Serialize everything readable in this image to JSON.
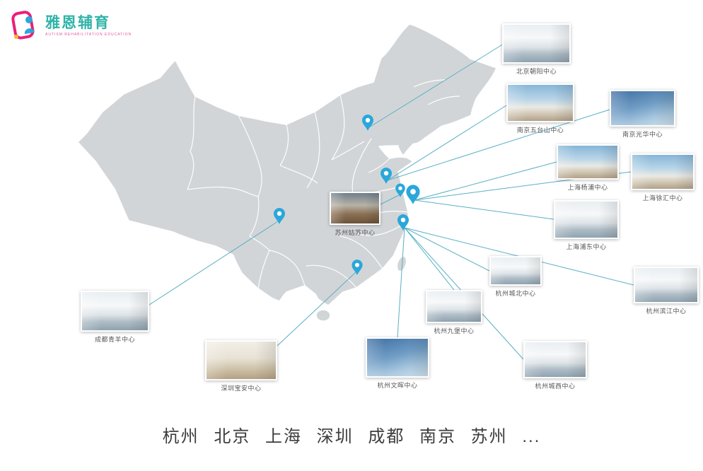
{
  "logo": {
    "brand": "雅恩辅育",
    "tagline": "AUTISM REHABILITATION EDUCATION"
  },
  "centers": [
    {
      "id": "beijing-chaoyang",
      "label": "北京朝阳中心"
    },
    {
      "id": "nanjing-wutaishan",
      "label": "南京五台山中心"
    },
    {
      "id": "nanjing-guanghua",
      "label": "南京光华中心"
    },
    {
      "id": "shanghai-yangpu",
      "label": "上海杨浦中心"
    },
    {
      "id": "shanghai-xuhui",
      "label": "上海徐汇中心"
    },
    {
      "id": "shanghai-pudong",
      "label": "上海浦东中心"
    },
    {
      "id": "hangzhou-chengbei",
      "label": "杭州城北中心"
    },
    {
      "id": "hangzhou-binjiang",
      "label": "杭州滨江中心"
    },
    {
      "id": "hangzhou-jiubao",
      "label": "杭州九堡中心"
    },
    {
      "id": "suzhou-gusu",
      "label": "苏州姑苏中心"
    },
    {
      "id": "chengdu-qingyang",
      "label": "成都青羊中心"
    },
    {
      "id": "shenzhen-baoan",
      "label": "深圳宝安中心"
    },
    {
      "id": "hangzhou-wenhui",
      "label": "杭州文晖中心"
    },
    {
      "id": "hangzhou-chengxi",
      "label": "杭州城西中心"
    }
  ],
  "footer": {
    "cities": "杭州  北京  上海  深圳  成都  南京  苏州  ..."
  },
  "colors": {
    "map_fill": "#d2d5d8",
    "pin": "#2aa7db",
    "connector": "#58b0c4",
    "brand_teal": "#2fb3a8",
    "brand_pink": "#e2569a",
    "footer_text": "#3d3d3d"
  }
}
